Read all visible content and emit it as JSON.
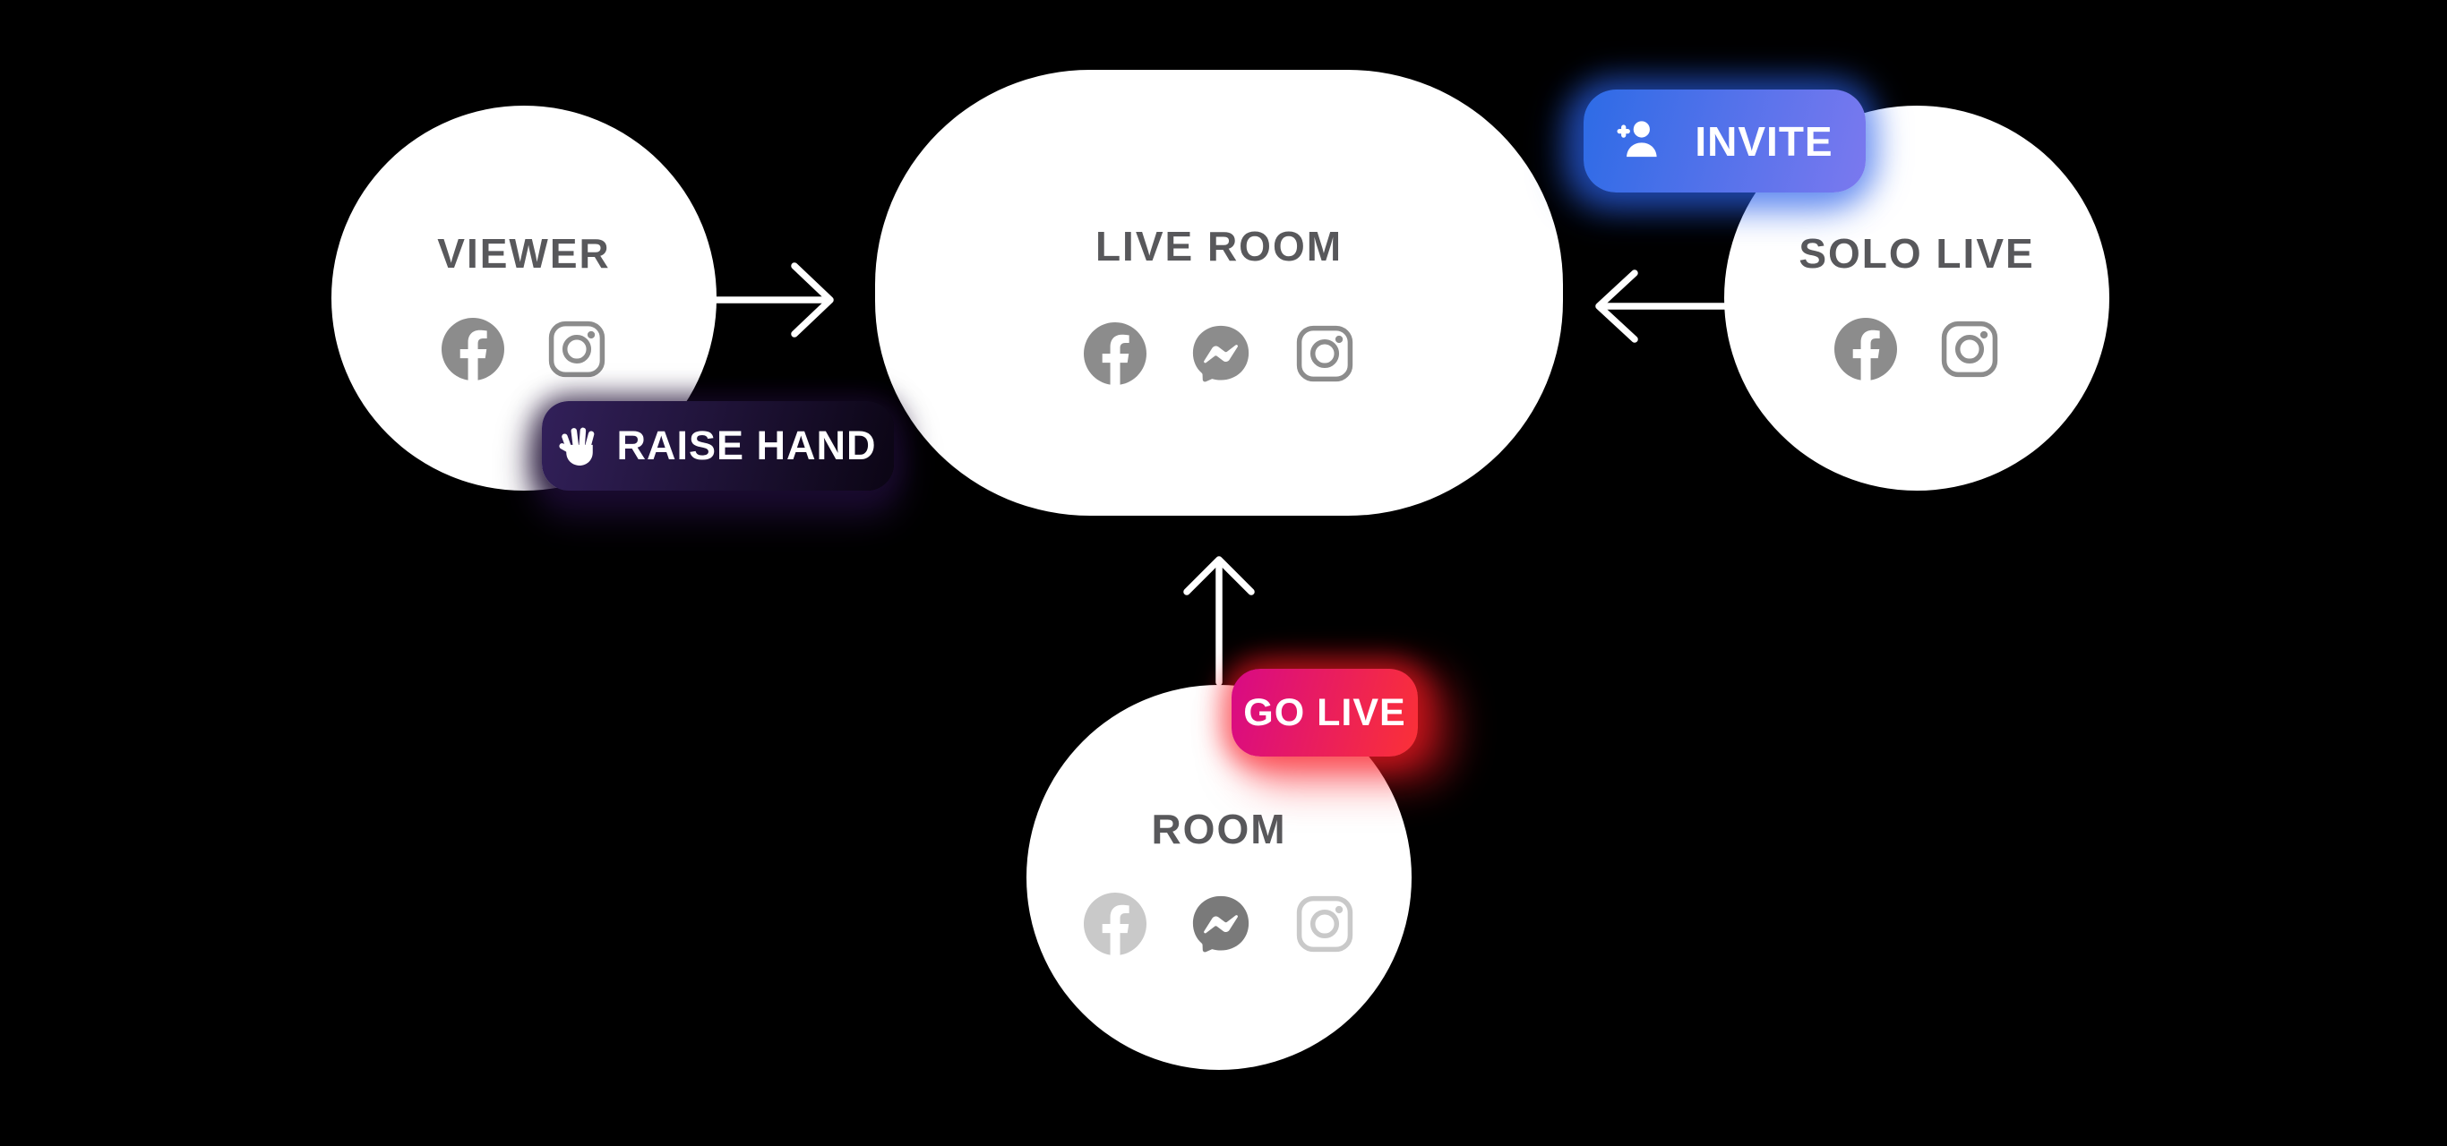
{
  "diagram": {
    "background": "#000000",
    "nodes": {
      "viewer": {
        "label": "VIEWER",
        "platform_icons": [
          "facebook-icon",
          "instagram-icon"
        ]
      },
      "live_room": {
        "label": "LIVE ROOM",
        "platform_icons": [
          "facebook-icon",
          "messenger-icon",
          "instagram-icon"
        ]
      },
      "solo_live": {
        "label": "SOLO LIVE",
        "platform_icons": [
          "facebook-icon",
          "instagram-icon"
        ]
      },
      "room": {
        "label": "ROOM",
        "platform_icons": [
          "facebook-icon-inactive",
          "messenger-icon",
          "instagram-icon-inactive"
        ]
      }
    },
    "badges": {
      "raise_hand": {
        "label": "RAISE HAND",
        "icon": "raised-hand-icon",
        "gradient_start": "#32205A",
        "gradient_end": "#0B0514",
        "text_color": "#FFFFFF"
      },
      "invite": {
        "label": "INVITE",
        "icon": "person-add-icon",
        "gradient_start": "#2D6BE6",
        "gradient_end": "#7B79EF",
        "text_color": "#FFFFFF"
      },
      "go_live": {
        "label": "GO LIVE",
        "gradient_start": "#D80A85",
        "gradient_end": "#FB3136",
        "text_color": "#FFFFFF"
      }
    },
    "arrows": [
      {
        "name": "viewer-to-live-room",
        "direction": "right"
      },
      {
        "name": "solo-live-to-live-room",
        "direction": "left"
      },
      {
        "name": "room-to-live-room",
        "direction": "up"
      }
    ],
    "colors": {
      "node_fill": "#FFFFFF",
      "node_label": "#58585B",
      "icon_gray": "#8C8C8C",
      "icon_faded": "#C9C9C9",
      "icon_dark": "#7A7A7A",
      "arrow": "#FFFFFF"
    }
  }
}
